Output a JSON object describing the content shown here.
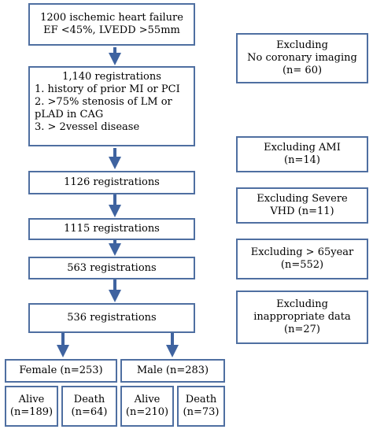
{
  "colors": {
    "border": "#4f6fa1",
    "arrow": "#3f63a0",
    "background": "#ffffff",
    "text": "#000000"
  },
  "main": {
    "start": [
      "1200 ischemic heart failure",
      "EF <45%, LVEDD >55mm"
    ],
    "registrations_1140": [
      "1,140 registrations",
      "1. history of prior MI or PCI",
      "2. >75% stenosis of LM or",
      "pLAD in CAG",
      "3. > 2vessel disease"
    ],
    "registrations_1126": "1126 registrations",
    "registrations_1115": "1115 registrations",
    "registrations_563": "563 registrations",
    "registrations_536": "536 registrations"
  },
  "exclusions": {
    "no_imaging": [
      "Excluding",
      "No coronary imaging",
      "(n= 60)"
    ],
    "ami": [
      "Excluding AMI",
      "(n=14)"
    ],
    "severe_vhd": [
      "Excluding Severe",
      "VHD (n=11)"
    ],
    "over_65": [
      "Excluding > 65year",
      "(n=552)"
    ],
    "inappropriate": [
      "Excluding",
      "inappropriate data",
      "(n=27)"
    ]
  },
  "groups": {
    "female": "Female (n=253)",
    "male": "Male (n=283)",
    "female_alive": [
      "Alive",
      "(n=189)"
    ],
    "female_death": [
      "Death",
      "(n=64)"
    ],
    "male_alive": [
      "Alive",
      "(n=210)"
    ],
    "male_death": [
      "Death",
      "(n=73)"
    ]
  }
}
